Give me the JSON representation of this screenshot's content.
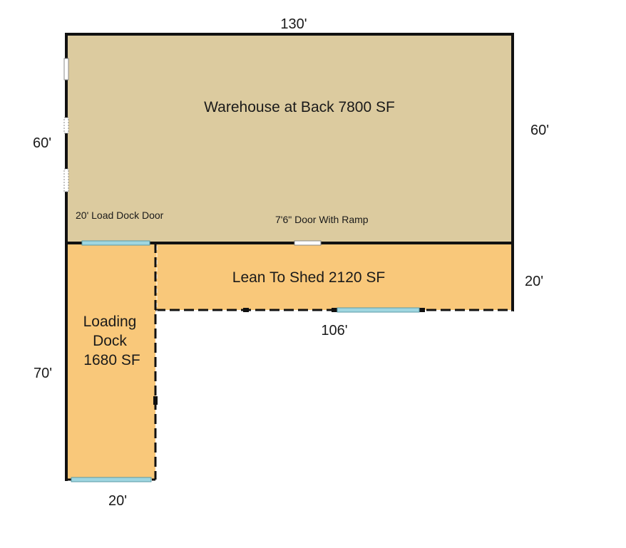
{
  "rooms": {
    "warehouse": {
      "label": "Warehouse at Back 7800 SF",
      "color": "#dccb9f"
    },
    "lean_to": {
      "label": "Lean To Shed 2120 SF",
      "color": "#f9c87a"
    },
    "loading_dock": {
      "label_lines": [
        "Loading",
        "Dock",
        "1680 SF"
      ],
      "color": "#f9c87a"
    }
  },
  "dimensions": {
    "top": "130'",
    "left_upper": "60'",
    "right_upper": "60'",
    "right_lower": "20'",
    "middle_bottom": "106'",
    "left_lower": "70'",
    "bottom": "20'"
  },
  "annotations": {
    "load_dock_door": "20' Load Dock Door",
    "door_with_ramp": "7'6\" Door With Ramp"
  },
  "colors": {
    "wall": "#111111",
    "window": "#9fd6e0"
  }
}
